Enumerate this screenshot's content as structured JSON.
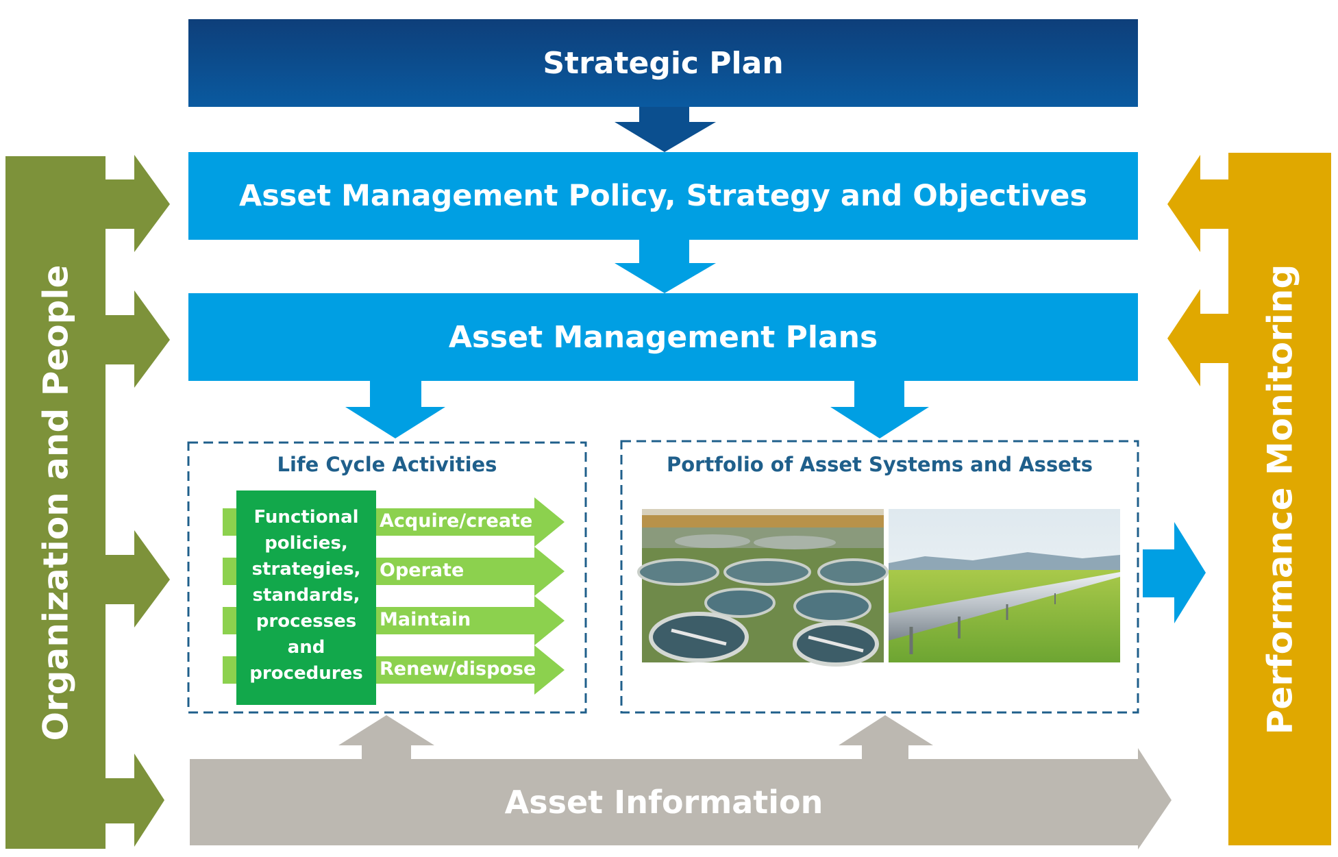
{
  "strategic_plan": "Strategic Plan",
  "policy": "Asset Management Policy, Strategy and Objectives",
  "plans": "Asset Management Plans",
  "organization": "Organization and People",
  "performance": "Performance Monitoring",
  "asset_information": "Asset Information",
  "life_cycle": {
    "title": "Life Cycle Activities",
    "functional_lines": [
      "Functional",
      "policies,",
      "strategies,",
      "standards,",
      "processes",
      "and",
      "procedures"
    ],
    "activities": [
      "Acquire/create",
      "Operate",
      "Maintain",
      "Renew/dispose"
    ]
  },
  "portfolio": {
    "title": "Portfolio of Asset Systems and Assets",
    "images": [
      "wastewater-treatment-plant-photo",
      "pipeline-in-field-photo"
    ]
  },
  "colors": {
    "dark_blue": "#0b4f8f",
    "light_blue": "#009fe3",
    "olive": "#7d923a",
    "gold": "#e0a800",
    "grey": "#bcb8b1",
    "green_dark": "#12a84b",
    "green_light": "#8cd14e",
    "dash": "#1f5f8b"
  }
}
